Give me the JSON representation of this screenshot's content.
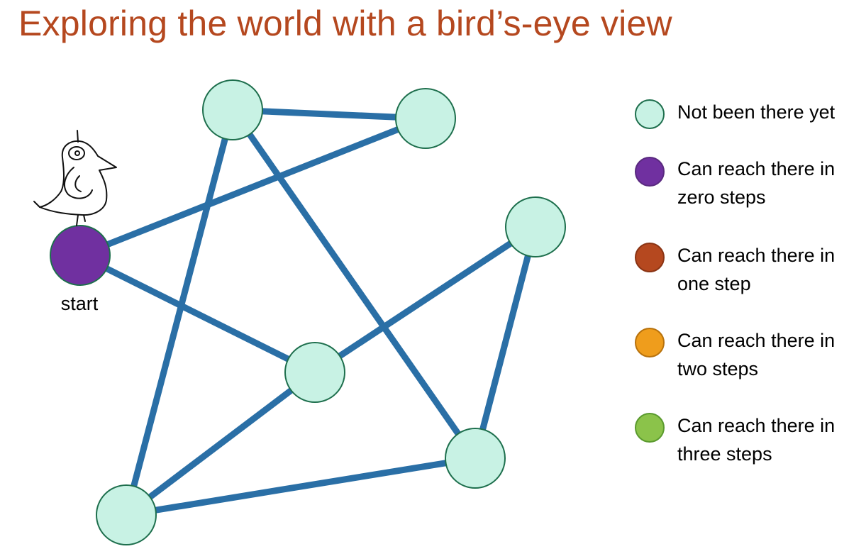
{
  "title": "Exploring the world with a bird’s-eye view",
  "start_label": "start",
  "colors": {
    "unvisited": "#c8f2e4",
    "zero_steps": "#7030a0",
    "one_step": "#b5481f",
    "two_steps": "#ef9d1c",
    "three_steps": "#8bc34a",
    "edge": "#2a6fa6",
    "node_border": "#1e6f4d"
  },
  "graph": {
    "nodes": [
      {
        "id": "start",
        "state": "zero_steps",
        "icon": "bird-icon"
      },
      {
        "id": "top-left",
        "state": "unvisited"
      },
      {
        "id": "top-right",
        "state": "unvisited"
      },
      {
        "id": "right",
        "state": "unvisited"
      },
      {
        "id": "center",
        "state": "unvisited"
      },
      {
        "id": "bottom-right",
        "state": "unvisited"
      },
      {
        "id": "bottom-left",
        "state": "unvisited"
      }
    ],
    "edges": [
      [
        "top-left",
        "top-right"
      ],
      [
        "start",
        "top-right"
      ],
      [
        "top-left",
        "bottom-left"
      ],
      [
        "top-left",
        "bottom-right"
      ],
      [
        "start",
        "center"
      ],
      [
        "center",
        "right"
      ],
      [
        "center",
        "bottom-left"
      ],
      [
        "right",
        "bottom-right"
      ],
      [
        "bottom-left",
        "bottom-right"
      ]
    ]
  },
  "legend": [
    {
      "label": "Not been there yet",
      "color": "#c8f2e4"
    },
    {
      "label": "Can reach there in\nzero steps",
      "color": "#7030a0"
    },
    {
      "label": "Can reach there in\none step",
      "color": "#b5481f"
    },
    {
      "label": "Can reach there in\ntwo steps",
      "color": "#ef9d1c"
    },
    {
      "label": "Can reach there in\nthree steps",
      "color": "#8bc34a"
    }
  ]
}
